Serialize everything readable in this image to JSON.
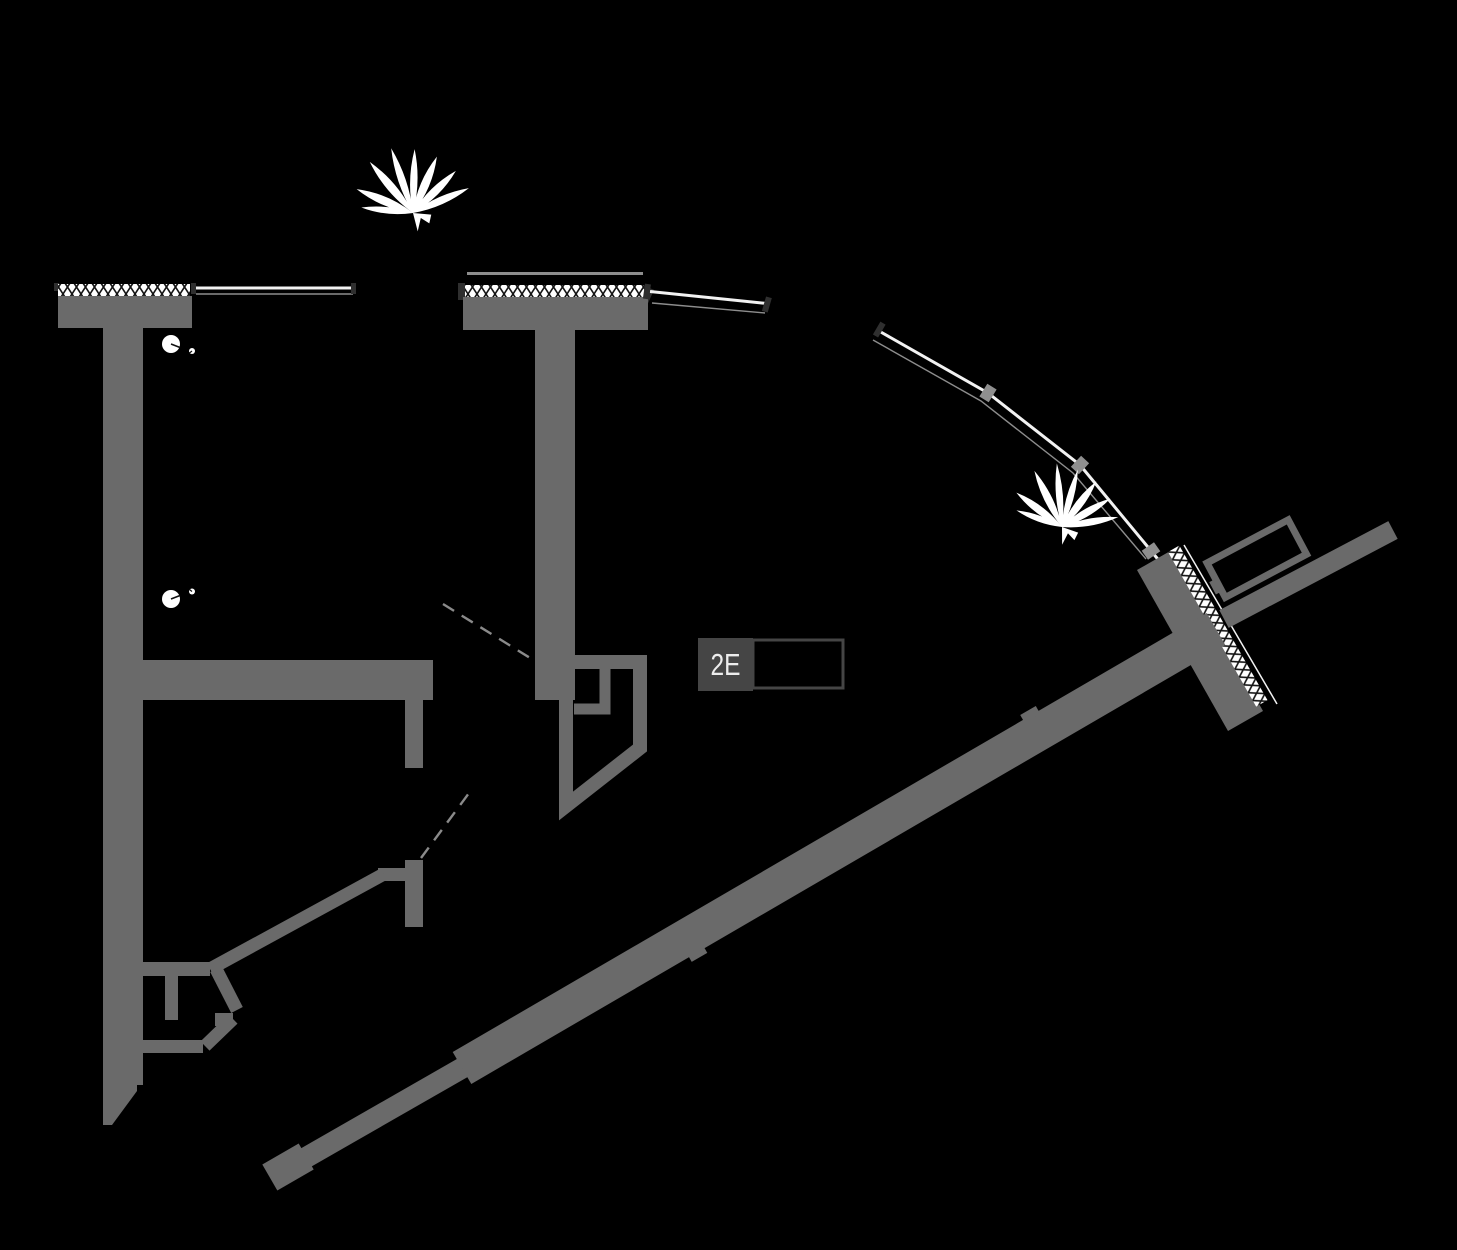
{
  "plan": {
    "unit_badge": {
      "label": "2E"
    },
    "symbols": {
      "plant_icons": 2,
      "door_viewer_icons": 2,
      "window_hatch_strips": 3,
      "glazing_segments": 5
    }
  },
  "colors": {
    "background": "#000000",
    "wall": "#6a6a6a",
    "wall_dark": "#454545",
    "glass": "#f2f2f2",
    "frame": "#8d8d8d",
    "hatch_bg": "#ffffff",
    "hatch_line": "#141414",
    "dash": "#8a8a8a",
    "connector": "#8f8f8f",
    "cap_dark": "#2f2f2f",
    "white": "#ffffff",
    "text": "#ededed"
  }
}
